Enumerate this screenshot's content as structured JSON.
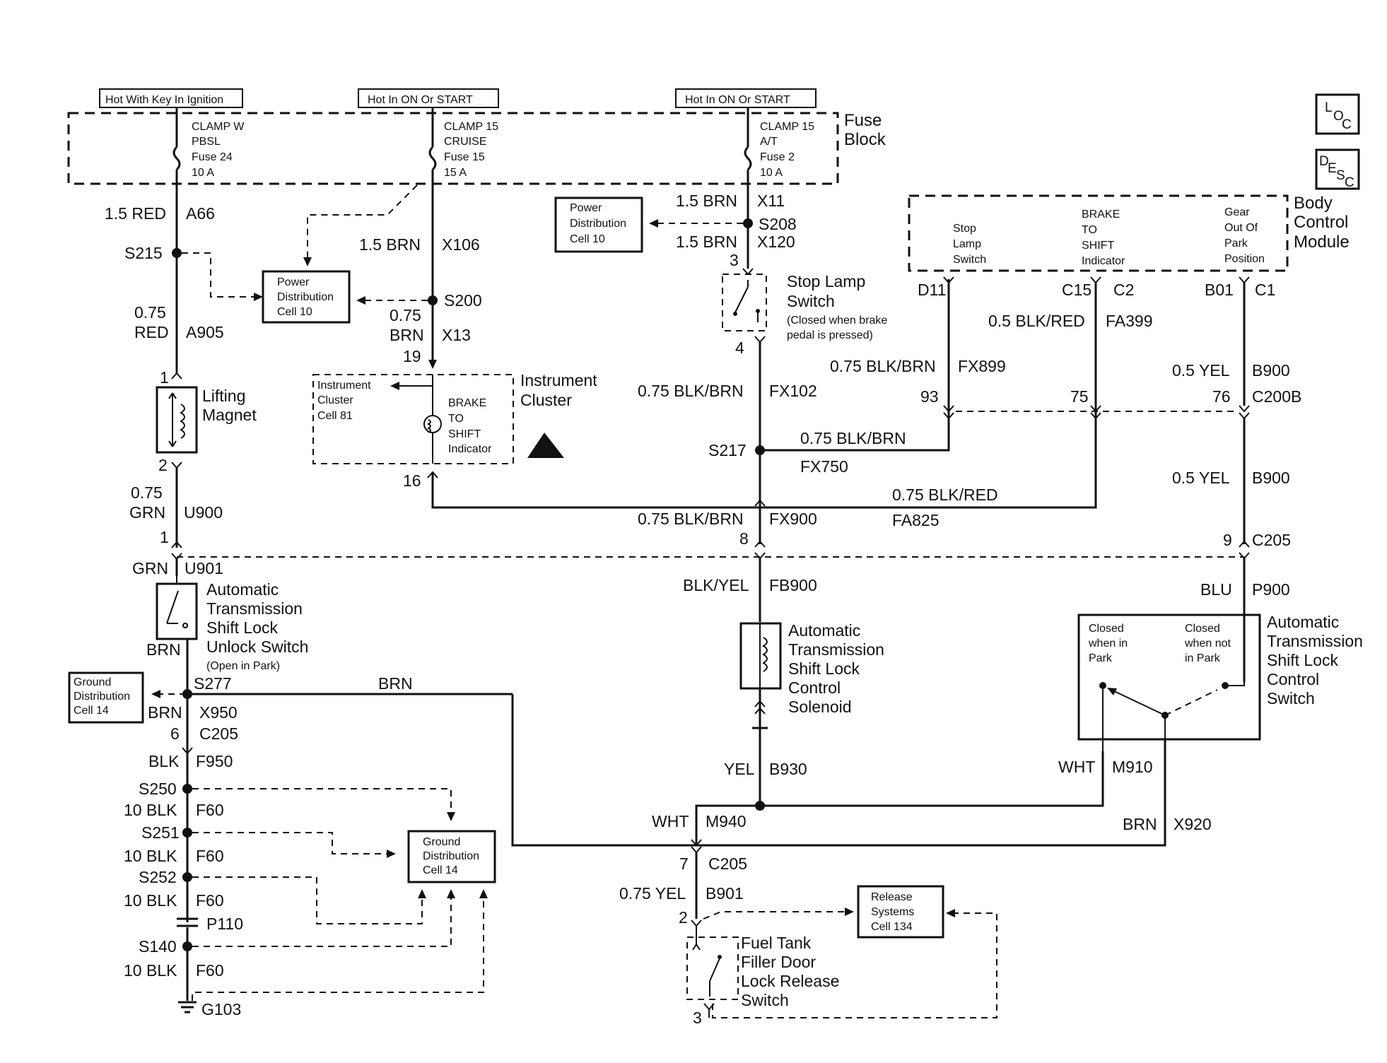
{
  "power_headers": [
    "Hot With Key In Ignition",
    "Hot In ON Or START",
    "Hot In ON Or START"
  ],
  "fuse_block": {
    "label": [
      "Fuse",
      "Block"
    ],
    "fuses": [
      [
        "CLAMP W",
        "PBSL",
        "Fuse 24",
        "10 A"
      ],
      [
        "CLAMP 15",
        "CRUISE",
        "Fuse 15",
        "15 A"
      ],
      [
        "CLAMP 15",
        "A/T",
        "Fuse 2",
        "10 A"
      ]
    ]
  },
  "icons": {
    "loc": [
      "L",
      "O",
      "C"
    ],
    "desc": [
      "D",
      "E",
      "S",
      "C"
    ]
  },
  "ref_boxes": {
    "power_dist_1": [
      "Power",
      "Distribution",
      "Cell 10"
    ],
    "power_dist_2": [
      "Power",
      "Distribution",
      "Cell 10"
    ],
    "instrument_cell": [
      "Instrument",
      "Cluster",
      "Cell 81"
    ],
    "ground_dist_1": [
      "Ground",
      "Distribution",
      "Cell 14"
    ],
    "ground_dist_2": [
      "Ground",
      "Distribution",
      "Cell 14"
    ],
    "release": [
      "Release",
      "Systems",
      "Cell 134"
    ]
  },
  "bcm": {
    "label": [
      "Body",
      "Control",
      "Module"
    ],
    "inputs": [
      [
        "Stop",
        "Lamp",
        "Switch"
      ],
      [
        "BRAKE",
        "TO",
        "SHIFT",
        "Indicator"
      ],
      [
        "Gear",
        "Out Of",
        "Park",
        "Position"
      ]
    ],
    "pins": [
      "D11",
      "C15",
      "C2",
      "B01",
      "C1"
    ]
  },
  "components": {
    "instrument_cluster": [
      "Instrument",
      "Cluster"
    ],
    "brake_indicator": [
      "BRAKE",
      "TO",
      "SHIFT",
      "Indicator"
    ],
    "lifting_magnet": [
      "Lifting",
      "Magnet"
    ],
    "stop_lamp_switch": [
      "Stop Lamp",
      "Switch"
    ],
    "stop_lamp_note": [
      "(Closed when brake",
      "pedal is pressed)"
    ],
    "unlock_switch": [
      "Automatic",
      "Transmission",
      "Shift Lock",
      "Unlock Switch"
    ],
    "unlock_note": "(Open in Park)",
    "solenoid": [
      "Automatic",
      "Transmission",
      "Shift Lock",
      "Control",
      "Solenoid"
    ],
    "control_switch": [
      "Automatic",
      "Transmission",
      "Shift Lock",
      "Control",
      "Switch"
    ],
    "closed_park": [
      "Closed",
      "when in",
      "Park"
    ],
    "closed_not_park": [
      "Closed",
      "when not",
      "in Park"
    ],
    "fuel_door": [
      "Fuel Tank",
      "Filler Door",
      "Lock Release",
      "Switch"
    ]
  },
  "labels": {
    "a66_wire": "1.5 RED",
    "a66": "A66",
    "s215": "S215",
    "a905_size": "0.75",
    "a905_color": "RED",
    "a905": "A905",
    "lm_pin1": "1",
    "lm_pin2": "2",
    "u900_size": "0.75",
    "u900_color": "GRN",
    "u900": "U900",
    "c205_pin_left": "1",
    "u901_color": "GRN",
    "u901": "U901",
    "brn_switch": "BRN",
    "s277": "S277",
    "brn_run": "BRN",
    "x950_color": "BRN",
    "x950": "X950",
    "c205_pin6": "6",
    "c205_l": "C205",
    "f950_color": "BLK",
    "f950": "F950",
    "s250": "S250",
    "s251": "S251",
    "s252": "S252",
    "f60_color": "10 BLK",
    "f60": "F60",
    "p110": "P110",
    "s140": "S140",
    "g103": "G103",
    "x106_color": "1.5 BRN",
    "x106": "X106",
    "s200": "S200",
    "x13_size": "0.75",
    "x13_color": "BRN",
    "x13": "X13",
    "pin19": "19",
    "pin16": "16",
    "x11_color": "1.5 BRN",
    "x11": "X11",
    "s208": "S208",
    "x120_color": "1.5 BRN",
    "x120": "X120",
    "pin3": "3",
    "pin4": "4",
    "fx102_color": "0.75 BLK/BRN",
    "fx102": "FX102",
    "s217": "S217",
    "fx750_color": "0.75 BLK/BRN",
    "fx750": "FX750",
    "fa825_color": "0.75 BLK/RED",
    "fa825": "FA825",
    "fx900_color": "0.75 BLK/BRN",
    "fx900": "FX900",
    "pin8": "8",
    "fb900_color": "BLK/YEL",
    "fb900": "FB900",
    "b930_color": "YEL",
    "b930": "B930",
    "m940_color": "WHT",
    "m940": "M940",
    "pin7": "7",
    "c205_b": "C205",
    "b901_color": "0.75 YEL",
    "b901": "B901",
    "pin2": "2",
    "pin3b": "3",
    "fa399_color": "0.5 BLK/RED",
    "fa399": "FA399",
    "fx899_color": "0.75 BLK/BRN",
    "fx899": "FX899",
    "pin93": "93",
    "pin75": "75",
    "pin76": "76",
    "c200b": "C200B",
    "b900_color": "0.5 YEL",
    "b900": "B900",
    "pin9": "9",
    "c205_r": "C205",
    "p900_color": "BLU",
    "p900": "P900",
    "m910_color": "WHT",
    "m910": "M910",
    "x920_color": "BRN",
    "x920": "X920"
  }
}
